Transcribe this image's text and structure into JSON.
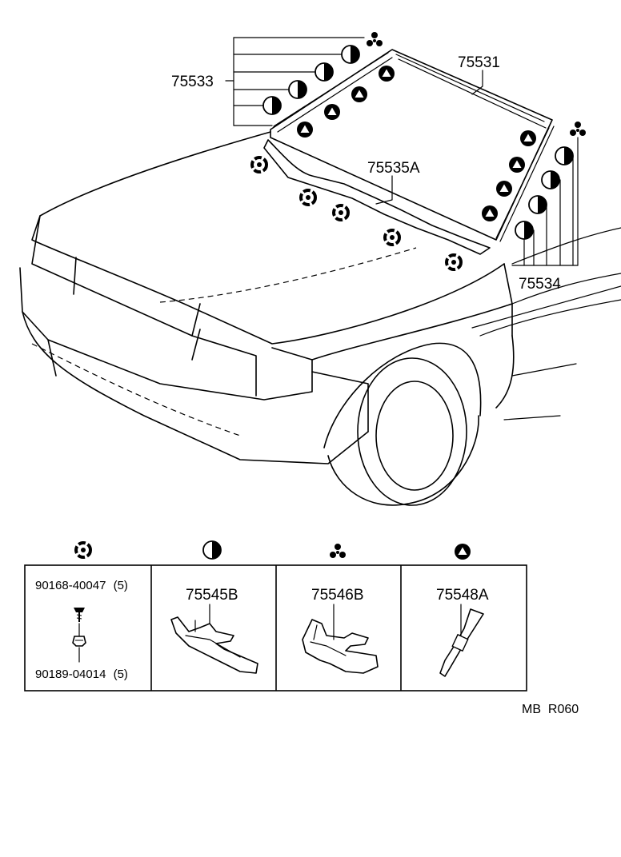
{
  "callouts": {
    "upper_molding": "75531",
    "left_clips": "75533",
    "cowl_seal": "75535A",
    "right_clips": "75534"
  },
  "legend": [
    {
      "symbol": "gear-ring",
      "parts": [
        {
          "number": "90168-40047",
          "qty": "(5)"
        },
        {
          "number": "90189-04014",
          "qty": "(5)"
        }
      ]
    },
    {
      "symbol": "half-circle",
      "label": "75545B"
    },
    {
      "symbol": "three-dots",
      "label": "75546B"
    },
    {
      "symbol": "triangle",
      "label": "75548A"
    }
  ],
  "footer_code": "MB  R060"
}
